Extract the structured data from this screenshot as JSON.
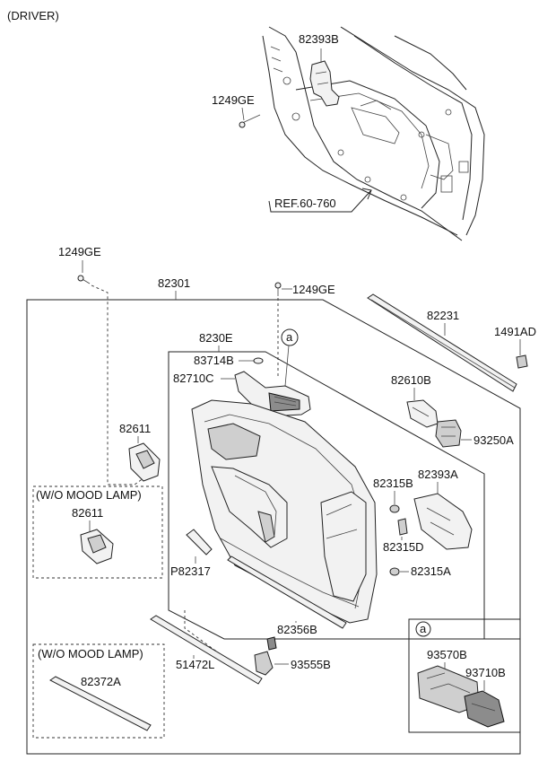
{
  "header": {
    "title": "(DRIVER)"
  },
  "reference": "REF.60-760",
  "callouts": {
    "c_82393B": "82393B",
    "c_1249GE_top": "1249GE",
    "c_1249GE_left": "1249GE",
    "c_82301": "82301",
    "c_1249GE_mid": "1249GE",
    "c_82231": "82231",
    "c_1491AD": "1491AD",
    "c_8230E": "8230E",
    "c_83714B": "83714B",
    "c_82710C": "82710C",
    "c_82610B": "82610B",
    "c_93250A": "93250A",
    "c_82611": "82611",
    "c_82315B": "82315B",
    "c_82393A": "82393A",
    "c_82315D": "82315D",
    "c_82315A": "82315A",
    "c_P82317": "P82317",
    "c_82356B": "82356B",
    "c_93555B": "93555B",
    "c_51472L": "51472L",
    "c_82611_mood": "82611",
    "c_82372A": "82372A",
    "c_93570B": "93570B",
    "c_93710B": "93710B"
  },
  "notes": {
    "wo_mood_lamp_1": "(W/O MOOD LAMP)",
    "wo_mood_lamp_2": "(W/O MOOD LAMP)"
  },
  "markers": {
    "a_main": "a",
    "a_inset": "a"
  }
}
